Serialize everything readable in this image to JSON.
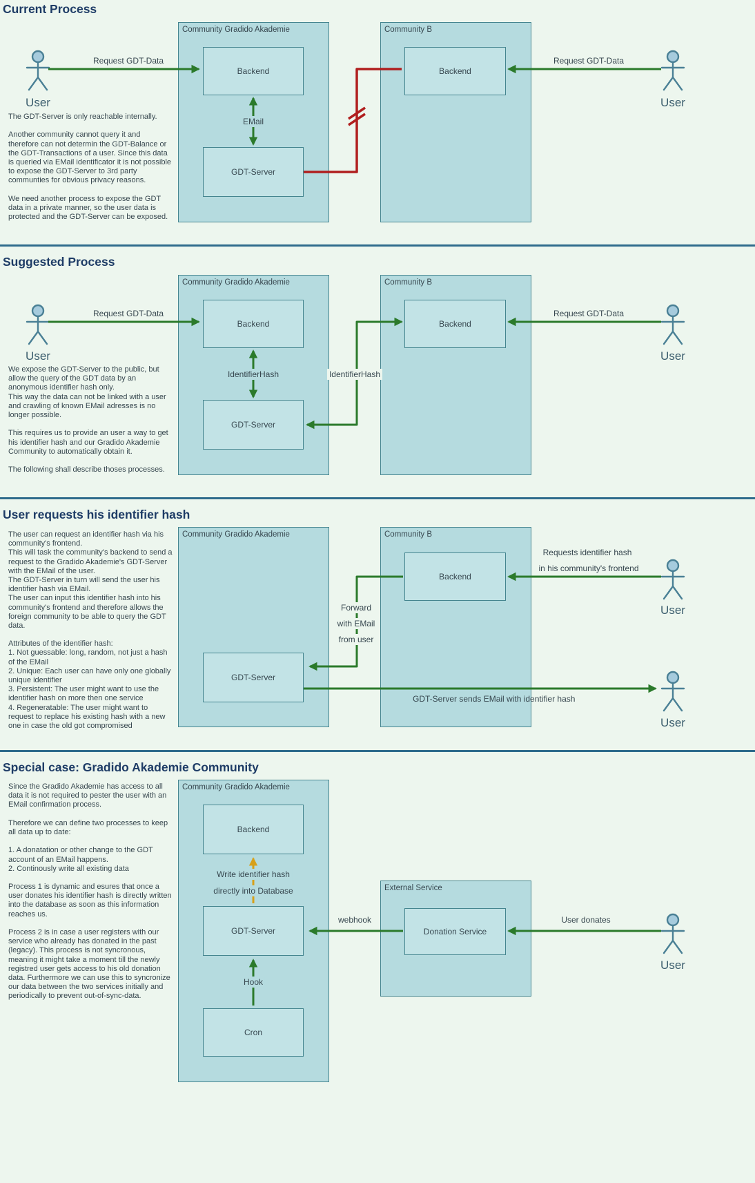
{
  "colors": {
    "pagebg": "#edf6ee",
    "heading": "#1e3c66",
    "divider": "#2e6b8c",
    "boxfill": "#b5dbdf",
    "iboxfill": "#c2e3e6",
    "boxborder": "#45858f",
    "text": "#37474f",
    "userlbl": "#3c5e6e",
    "green": "#2b7a2b",
    "red": "#b01e1e",
    "orange": "#d7a019",
    "actor": "#4a8095",
    "actorhead": "#a6cbdd"
  },
  "s1": {
    "title": "Current Process",
    "desc": "The GDT-Server is only reachable internally.\n\nAnother community cannot query it and therefore can not determin the GDT-Balance or the GDT-Transactions of a user. Since this data is queried via EMail identificator it is not possible to expose the GDT-Server to 3rd party communties for obvious privacy reasons.\n\nWe need another process to expose the GDT data in a private manner, so the user data is protected and the GDT-Server can be exposed.",
    "cga_label": "Community Gradido Akademie",
    "cb_label": "Community B",
    "backend_left": "Backend",
    "backend_right": "Backend",
    "gdt": "GDT-Server",
    "req_left": "Request GDT-Data",
    "req_right": "Request GDT-Data",
    "email": "EMail",
    "user_left": "User",
    "user_right": "User"
  },
  "s2": {
    "title": "Suggested Process",
    "desc": "We expose the GDT-Server to the public, but allow the query of the GDT data by an anonymous identifier hash only.\nThis way the data can not be linked with a user and crawling of known EMail adresses is no longer possible.\n\nThis requires us to provide an user a way to get his identifier hash and our Gradido Akademie Community to automatically obtain it.\n\nThe following shall describe thoses processes.",
    "cga_label": "Community Gradido Akademie",
    "cb_label": "Community B",
    "backend_left": "Backend",
    "backend_right": "Backend",
    "gdt": "GDT-Server",
    "req_left": "Request GDT-Data",
    "req_right": "Request GDT-Data",
    "hash_inner": "IdentifierHash",
    "hash_outer": "IdentifierHash",
    "user_left": "User",
    "user_right": "User"
  },
  "s3": {
    "title": "User requests his identifier hash",
    "desc": "The user can request an identifier hash via his community's frontend.\nThis will task the community's backend to send a request to the Gradido Akademie's GDT-Server with the EMail of the user.\nThe GDT-Server in turn will send the user his identifier hash via EMail.\nThe user can input this identifier hash into his community's frontend and therefore allows the foreign community to be able to query the GDT data.\n\nAttributes of the identifier hash:\n1. Not guessable: long, random, not just a hash of the EMail\n2. Unique: Each user can have only one globally unique identifier\n3. Persistent: The user might want to use the identifier hash on more then one service\n4. Regeneratable: The user might want to request to replace his existing hash with a new one in case the old got compromised",
    "cga_label": "Community Gradido Akademie",
    "cb_label": "Community B",
    "backend": "Backend",
    "gdt": "GDT-Server",
    "req_line1": "Requests identifier hash",
    "req_line2": "in his community's frontend",
    "fwd1": "Forward",
    "fwd2": "with EMail",
    "fwd3": "from user",
    "sends": "GDT-Server sends EMail with identifier hash",
    "user_top": "User",
    "user_bottom": "User"
  },
  "s4": {
    "title": "Special case: Gradido Akademie Community",
    "desc": "Since the Gradido Akademie has access to all data it is not required to pester the user with an EMail confirmation process.\n\nTherefore we can define two processes to keep all data up to date:\n\n1. A donatation or other change to the GDT account of an EMail happens.\n2. Continously write all existing data\n\nProcess 1 is dynamic and esures that once a user donates his identifier hash is directly written into the database as soon as this information reaches us.\n\nProcess 2 is in case a user registers with our service who already has donated in the past (legacy). This process is not syncronous, meaning it might take a moment till the newly registred user gets access to his old donation data. Furthermore we can use this to syncronize our data between the two services initially and periodically to prevent out-of-sync-data.",
    "cga_label": "Community Gradido Akademie",
    "ext_label": "External Service",
    "backend": "Backend",
    "gdt": "GDT-Server",
    "cron": "Cron",
    "donation": "Donation Service",
    "write1": "Write identifier hash",
    "write2": "directly into Database",
    "hook": "Hook",
    "webhook": "webhook",
    "donates": "User donates",
    "user": "User"
  }
}
